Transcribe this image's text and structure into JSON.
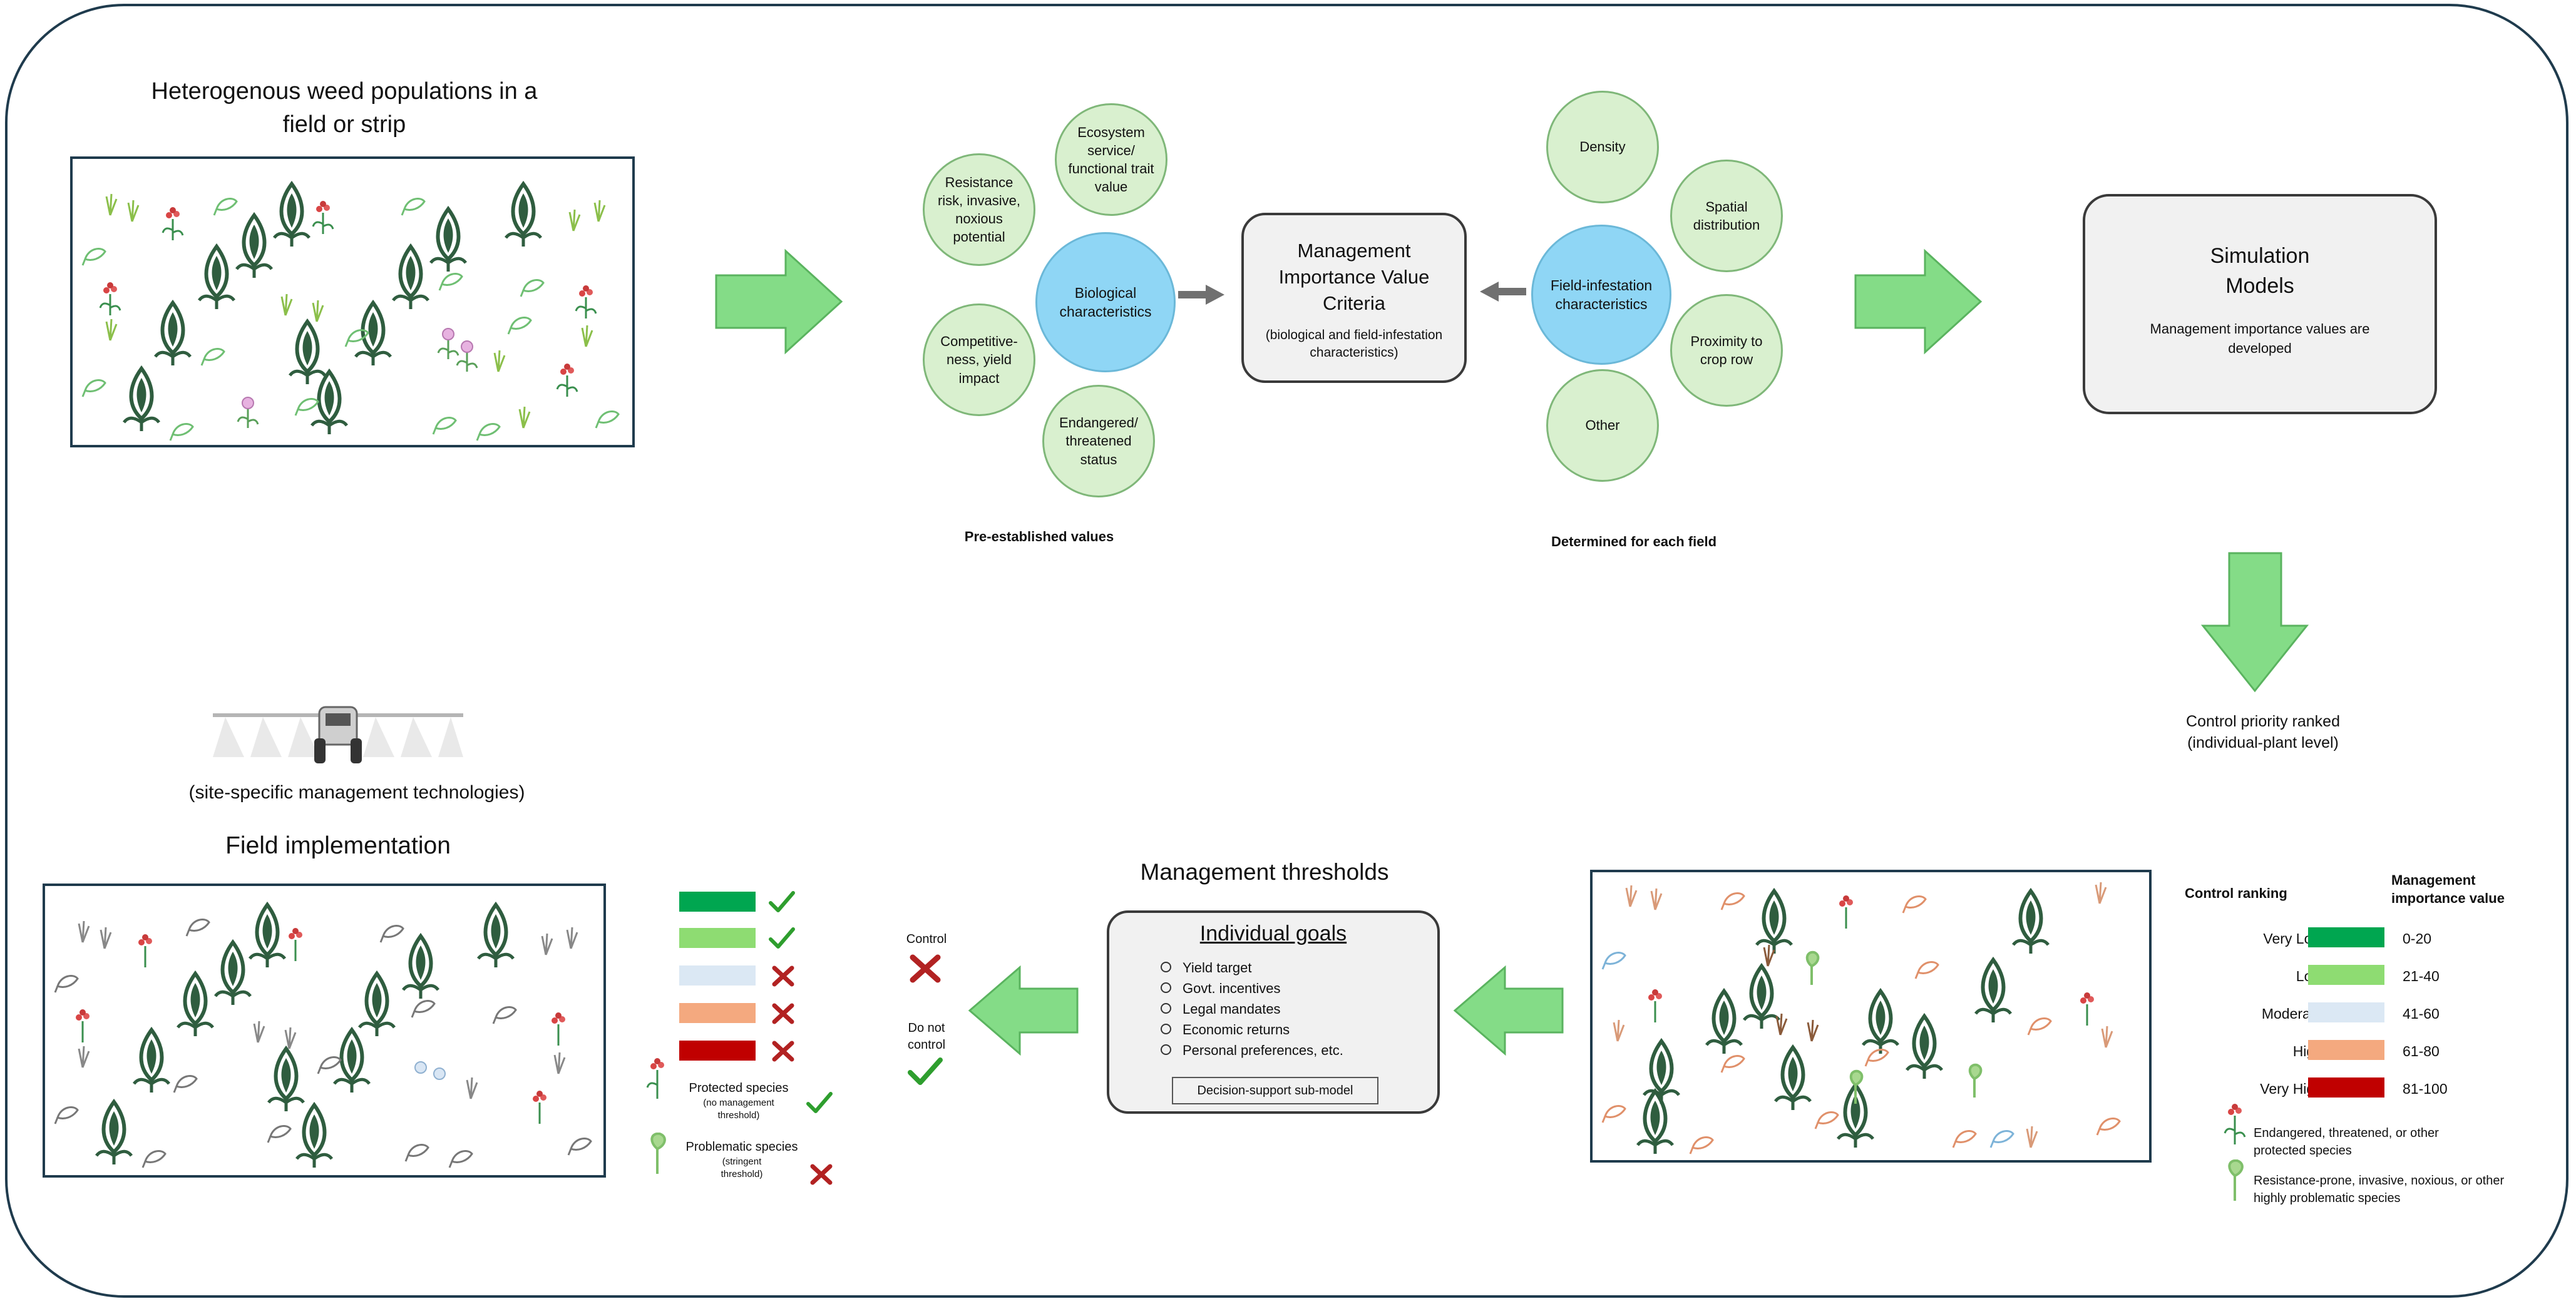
{
  "top_field": {
    "title_line1": "Heterogenous weed populations in a",
    "title_line2": "field or strip"
  },
  "biological": {
    "center": "Biological characteristics",
    "resistance": "Resistance risk, invasive, noxious potential",
    "ecosystem": "Ecosystem service/ functional trait value",
    "competitive": "Competitive-ness, yield impact",
    "endangered": "Endangered/ threatened status",
    "footer": "Pre-established values"
  },
  "criteria": {
    "title_line1": "Management",
    "title_line2": "Importance Value",
    "title_line3": "Criteria",
    "subtitle": "(biological and field-infestation characteristics)"
  },
  "field_infestation": {
    "center": "Field-infestation characteristics",
    "density": "Density",
    "spatial": "Spatial distribution",
    "proximity": "Proximity to crop row",
    "other": "Other",
    "footer": "Determined for each field"
  },
  "simulation": {
    "title_line1": "Simulation",
    "title_line2": "Models",
    "body": "Management importance values are developed"
  },
  "control_priority": {
    "line1": "Control priority ranked",
    "line2": "(individual-plant level)"
  },
  "legend": {
    "col_rank": "Control ranking",
    "col_value_line1": "Management",
    "col_value_line2": "importance value",
    "rows": [
      {
        "rank": "Very Low",
        "value": "0-20",
        "color": "#00a650"
      },
      {
        "rank": "Low",
        "value": "21-40",
        "color": "#8edc72"
      },
      {
        "rank": "Moderate",
        "value": "41-60",
        "color": "#dbe8f4"
      },
      {
        "rank": "High",
        "value": "61-80",
        "color": "#f4a97f"
      },
      {
        "rank": "Very High",
        "value": "81-100",
        "color": "#c00000"
      }
    ],
    "protected_note": "Endangered, threatened, or other protected species",
    "problematic_note": "Resistance-prone, invasive, noxious, or other highly problematic species"
  },
  "thresholds": {
    "heading": "Management thresholds",
    "goals_title": "Individual goals",
    "goals": [
      "Yield target",
      "Govt. incentives",
      "Legal mandates",
      "Economic returns",
      "Personal preferences, etc."
    ],
    "submodel": "Decision-support sub-model"
  },
  "control": {
    "control_label": "Control",
    "no_control_label": "Do not control"
  },
  "implementation": {
    "tech_caption": "(site-specific management technologies)",
    "title": "Field implementation",
    "bars": [
      {
        "color": "#00a650",
        "mark": "check"
      },
      {
        "color": "#8edc72",
        "mark": "check"
      },
      {
        "color": "#dbe8f4",
        "mark": "cross"
      },
      {
        "color": "#f4a97f",
        "mark": "cross"
      },
      {
        "color": "#c00000",
        "mark": "cross"
      }
    ],
    "protected_label": "Protected species",
    "protected_sub": "(no management threshold)",
    "problematic_label": "Problematic species",
    "problematic_sub": "(stringent threshold)"
  },
  "colors": {
    "arrow_green": "#84dc87",
    "arrow_border": "#5ab35f",
    "circle_green": "#d9f0cf",
    "circle_blue": "#8fd6f5",
    "frame": "#1f3b4d",
    "check": "#2e9e2e",
    "cross": "#b22222"
  }
}
